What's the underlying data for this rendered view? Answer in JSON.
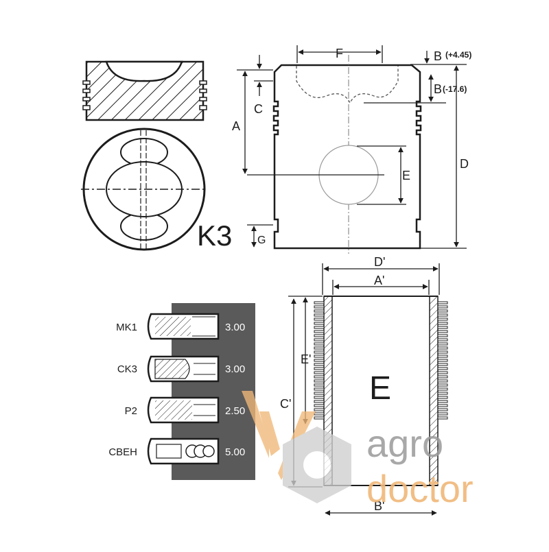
{
  "model_label": "K3",
  "piston_dims": {
    "F": "F",
    "B_top": "B",
    "B_top_value": "(+4.45)",
    "B_bottom": "B",
    "B_bottom_value": "(-17.6)",
    "A": "A",
    "C": "C",
    "D": "D",
    "E": "E",
    "G": "G"
  },
  "liner_dims": {
    "D_prime": "D'",
    "A_prime": "A'",
    "E_prime": "E'",
    "C_prime": "C'",
    "B_prime": "B'",
    "center_label": "E"
  },
  "rings": [
    {
      "name": "MK1",
      "value": "3.00"
    },
    {
      "name": "CK3",
      "value": "3.00"
    },
    {
      "name": "P2",
      "value": "2.50"
    },
    {
      "name": "CBEH",
      "value": "5.00"
    }
  ],
  "watermark": {
    "line1": "agro",
    "line2": "doctor"
  },
  "colors": {
    "ink": "#1c1c1c",
    "dark_panel": "#5a5a5a",
    "logo_orange": "#f0b878",
    "logo_gray": "#cfcfcf",
    "text_gray": "#9a9a9a"
  }
}
